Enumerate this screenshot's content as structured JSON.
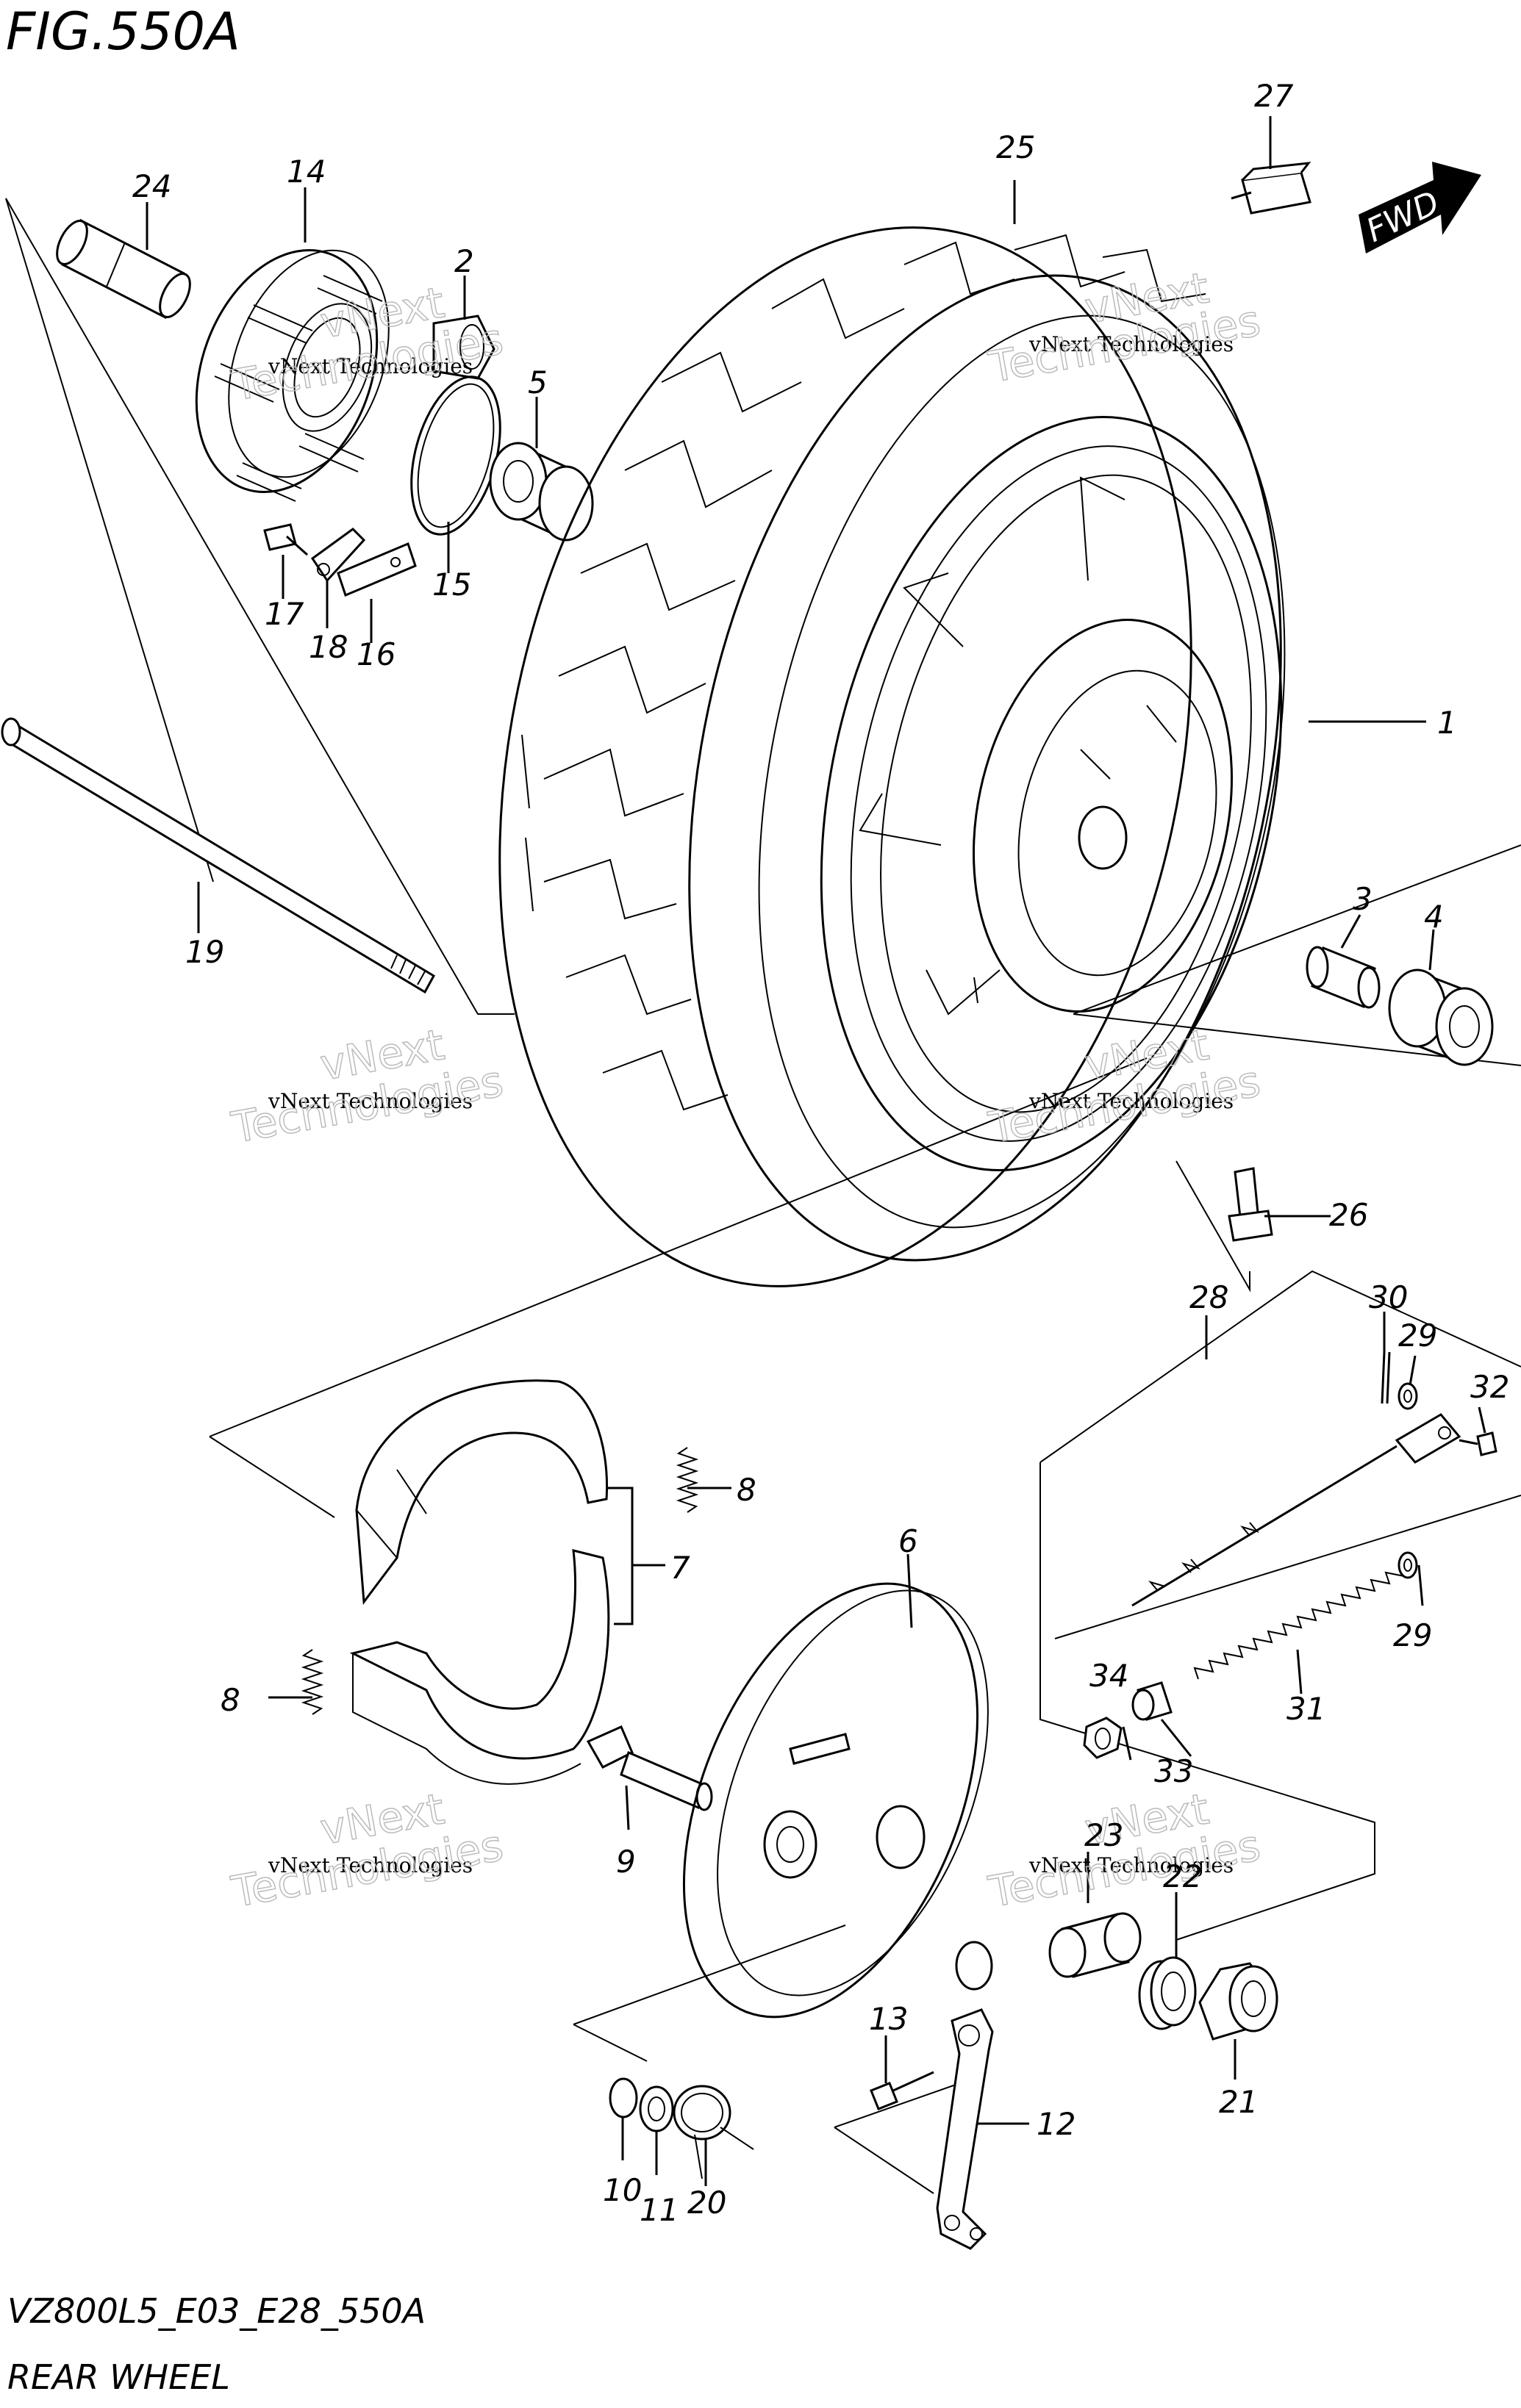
{
  "header": {
    "figure_title": "FIG.550A"
  },
  "footer": {
    "model_code": "VZ800L5_E03_E28_550A",
    "section_name": "REAR WHEEL"
  },
  "fwd_badge": {
    "label": "FWD"
  },
  "watermark": {
    "small": "vNext Technologies",
    "big_line1": "vNext",
    "big_line2": "Technologies"
  },
  "callouts": {
    "c1": "1",
    "c2": "2",
    "c3": "3",
    "c4": "4",
    "c5": "5",
    "c6": "6",
    "c7": "7",
    "c8a": "8",
    "c8b": "8",
    "c9": "9",
    "c10": "10",
    "c11": "11",
    "c12": "12",
    "c13": "13",
    "c14": "14",
    "c15": "15",
    "c16": "16",
    "c17": "17",
    "c18": "18",
    "c19": "19",
    "c20": "20",
    "c21": "21",
    "c22": "22",
    "c23": "23",
    "c24": "24",
    "c25": "25",
    "c26": "26",
    "c27": "27",
    "c28": "28",
    "c29a": "29",
    "c29b": "29",
    "c30": "30",
    "c31": "31",
    "c32": "32",
    "c33": "33",
    "c34": "34"
  }
}
